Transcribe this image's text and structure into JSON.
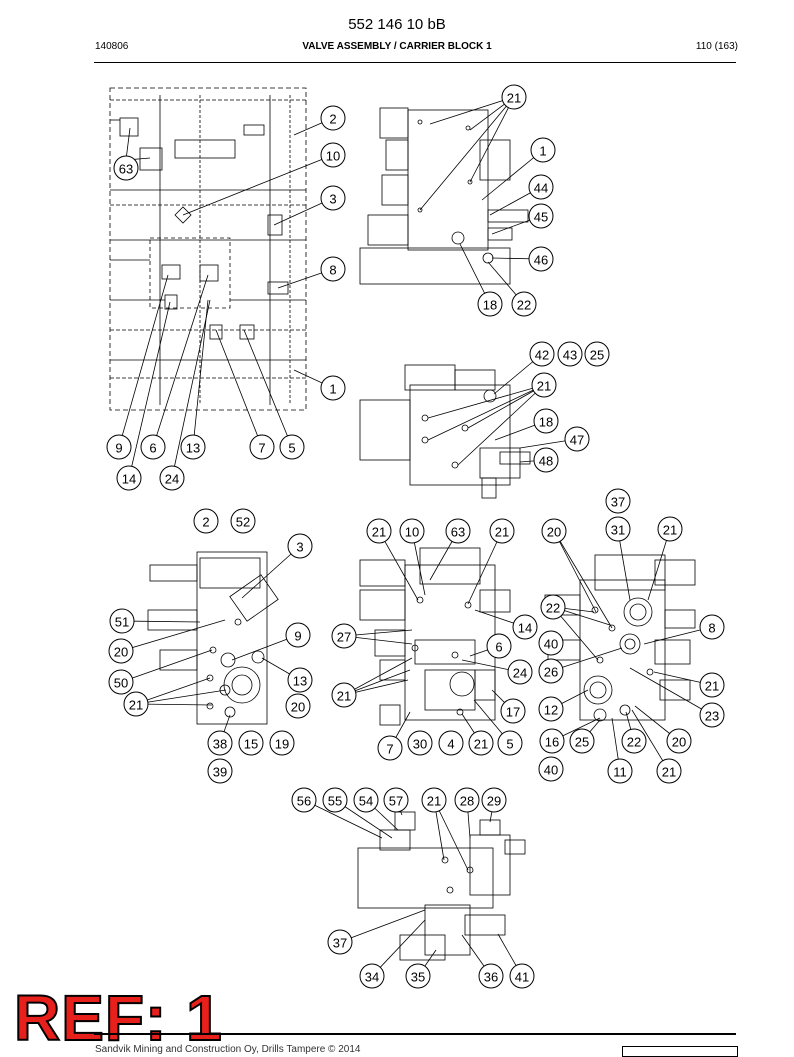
{
  "header": {
    "doc_title": "552 146 10 bB",
    "date_code": "140806",
    "section_title": "VALVE ASSEMBLY / CARRIER BLOCK 1",
    "page": "110 (163)"
  },
  "stamp": {
    "text": "REF: 1",
    "color": "#e8201c"
  },
  "footer": {
    "copyright": "Sandvik Mining and Construction Oy, Drills Tampere © 2014"
  },
  "callouts": {
    "schematic": [
      "63",
      "2",
      "10",
      "3",
      "8",
      "1",
      "9",
      "6",
      "13",
      "7",
      "5",
      "14",
      "24"
    ],
    "view_top_right": [
      "21",
      "1",
      "44",
      "45",
      "46",
      "18",
      "22"
    ],
    "view_middle_right": [
      "42",
      "43",
      "25",
      "21",
      "18",
      "47",
      "48"
    ],
    "view_left": [
      "2",
      "52",
      "3",
      "51",
      "9",
      "20",
      "13",
      "50",
      "20",
      "21",
      "38",
      "15",
      "19",
      "39"
    ],
    "view_center": [
      "21",
      "10",
      "63",
      "21",
      "14",
      "27",
      "6",
      "24",
      "21",
      "17",
      "7",
      "30",
      "4",
      "21",
      "5"
    ],
    "view_right": [
      "37",
      "20",
      "31",
      "21",
      "22",
      "8",
      "40",
      "26",
      "21",
      "12",
      "23",
      "16",
      "25",
      "22",
      "20",
      "40",
      "11",
      "21"
    ],
    "view_bottom": [
      "56",
      "55",
      "54",
      "57",
      "21",
      "28",
      "29",
      "37",
      "34",
      "35",
      "36",
      "41"
    ]
  }
}
